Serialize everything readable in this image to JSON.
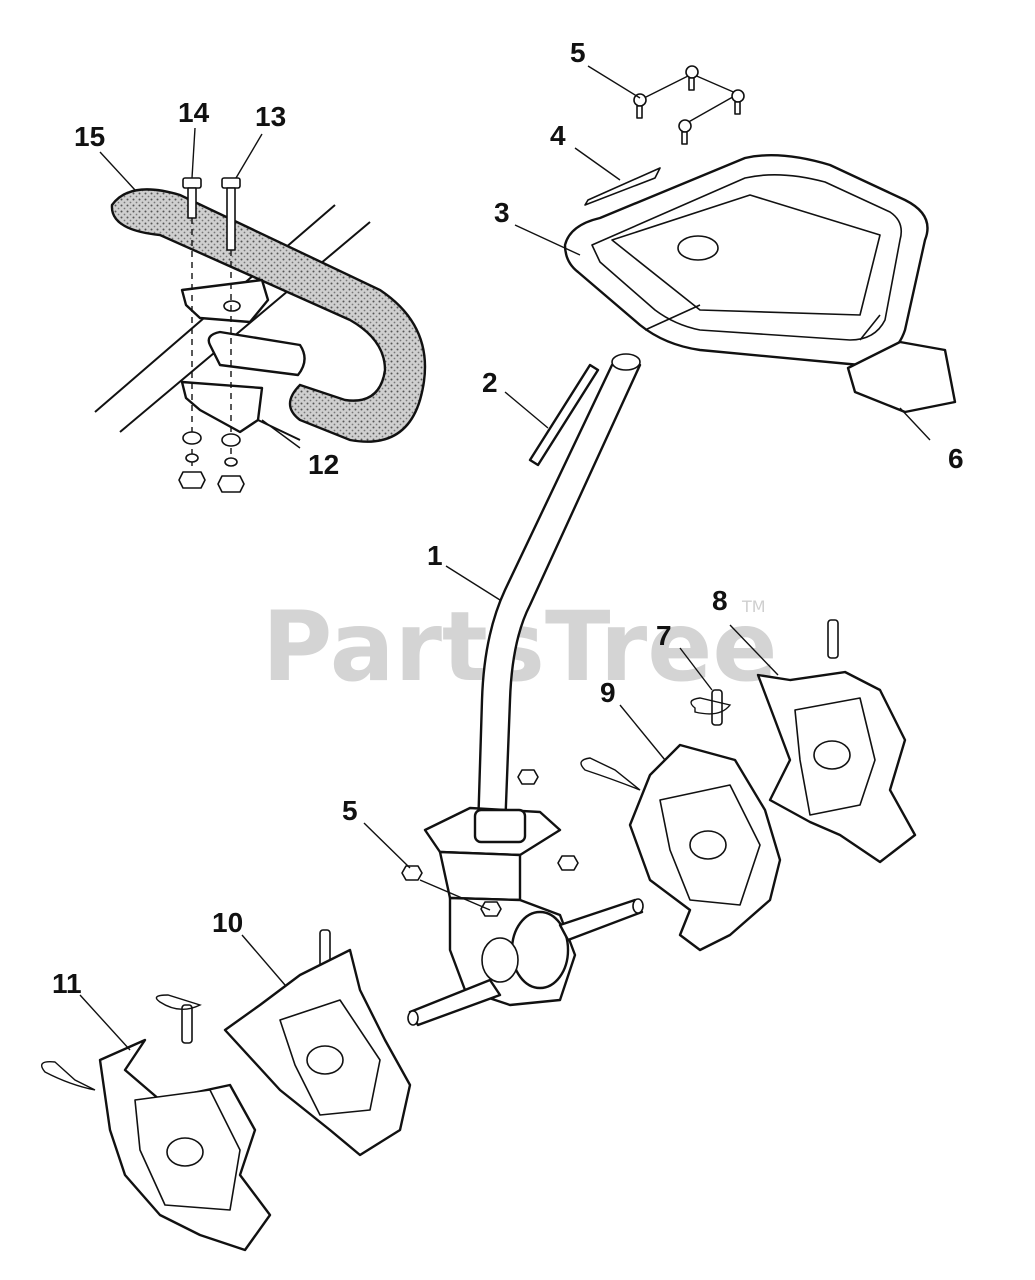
{
  "watermark": {
    "text": "PartsTree",
    "tm": "TM"
  },
  "colors": {
    "ink": "#111111",
    "watermark": "#d4d4d4",
    "grip": "#bdbdbd"
  },
  "callouts": [
    {
      "id": "c1",
      "label": "1"
    },
    {
      "id": "c2",
      "label": "2"
    },
    {
      "id": "c3",
      "label": "3"
    },
    {
      "id": "c4",
      "label": "4"
    },
    {
      "id": "c5a",
      "label": "5"
    },
    {
      "id": "c5b",
      "label": "5"
    },
    {
      "id": "c6",
      "label": "6"
    },
    {
      "id": "c7",
      "label": "7"
    },
    {
      "id": "c8",
      "label": "8"
    },
    {
      "id": "c9",
      "label": "9"
    },
    {
      "id": "c10",
      "label": "10"
    },
    {
      "id": "c11",
      "label": "11"
    },
    {
      "id": "c12",
      "label": "12"
    },
    {
      "id": "c13",
      "label": "13"
    },
    {
      "id": "c14",
      "label": "14"
    },
    {
      "id": "c15",
      "label": "15"
    }
  ]
}
